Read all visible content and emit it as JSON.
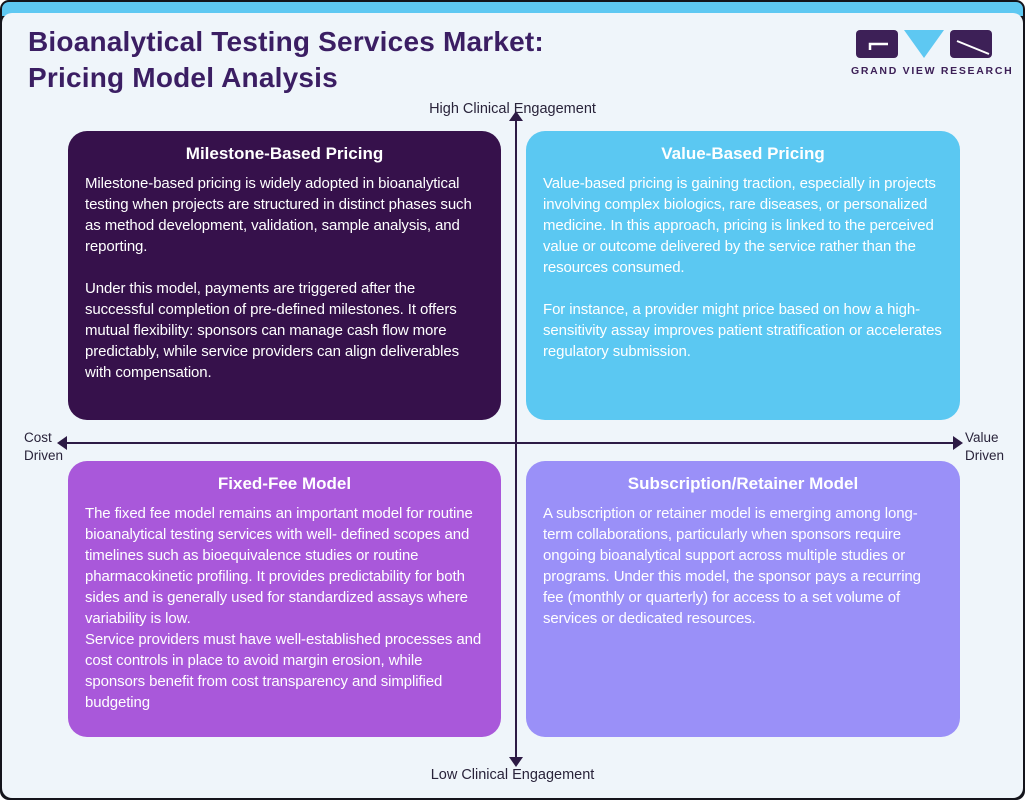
{
  "header": {
    "title_line1": "Bioanalytical Testing Services Market:",
    "title_line2": "Pricing Model Analysis",
    "logo": {
      "text": "GRAND VIEW RESEARCH"
    }
  },
  "axes": {
    "top": "High Clinical Engagement",
    "bottom": "Low Clinical Engagement",
    "left_line1": "Cost",
    "left_line2": "Driven",
    "right_line1": "Value",
    "right_line2": "Driven"
  },
  "quadrants": [
    {
      "title": "Milestone-Based Pricing",
      "bg": "#36114B",
      "paragraphs": [
        "Milestone-based pricing is widely adopted in bioanalytical testing when projects are structured in distinct phases such as method development, validation, sample analysis, and reporting.",
        "Under this model, payments are triggered after the successful completion of pre-defined milestones. It offers mutual flexibility: sponsors can manage cash flow more predictably, while service providers can align deliverables with compensation."
      ]
    },
    {
      "title": "Value-Based Pricing",
      "bg": "#5BC8F2",
      "paragraphs": [
        "Value-based pricing is gaining traction, especially in projects involving complex biologics, rare diseases, or personalized medicine. In this approach, pricing is linked to the perceived value or outcome delivered by the service rather than the resources consumed.",
        "For instance, a provider might price based on how a high-sensitivity assay improves patient stratification or accelerates regulatory submission."
      ]
    },
    {
      "title": "Fixed-Fee Model",
      "bg": "#A958DA",
      "paragraphs": [
        "The fixed fee model remains an important model for routine bioanalytical testing services with well- defined scopes and timelines such as bioequivalence studies or routine pharmacokinetic profiling. It provides predictability for both sides and is generally used for standardized assays where variability is low.",
        "Service providers must have well-established processes and cost controls in place to avoid margin erosion, while sponsors benefit from cost transparency and simplified budgeting"
      ]
    },
    {
      "title": "Subscription/Retainer Model",
      "bg": "#9A90F8",
      "paragraphs": [
        "A subscription or retainer model is emerging among long-term collaborations, particularly when sponsors require ongoing bioanalytical support across multiple studies or programs. Under this model, the sponsor pays a recurring fee (monthly or quarterly) for access to a set volume of services or dedicated resources."
      ]
    }
  ],
  "colors": {
    "top_bar": "#5EC8F2",
    "panel_bg": "#EFF5FA",
    "frame_border": "#14141B",
    "title_text": "#3B1E63",
    "axis": "#2D1B45",
    "logo_purple": "#3D2057",
    "logo_blue": "#5EC8F2",
    "quadrant_text": "#FFFFFF"
  }
}
